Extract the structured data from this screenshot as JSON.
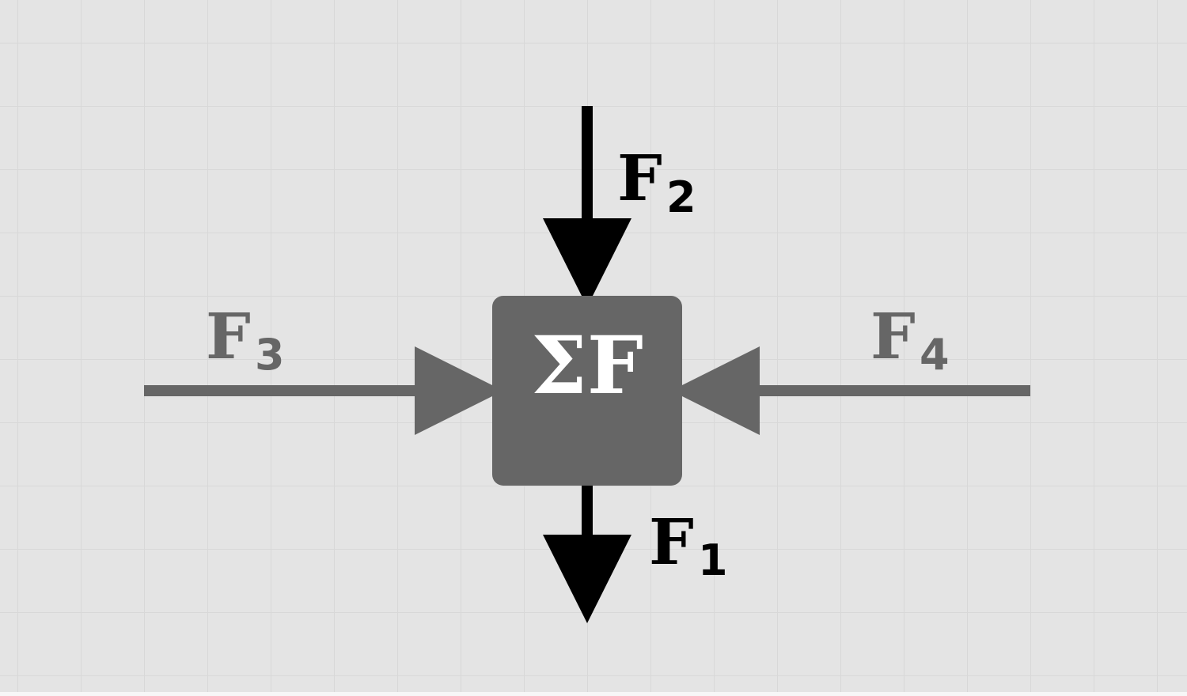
{
  "forces": {
    "f1": {
      "symbol": "F",
      "subscript": "1"
    },
    "f2": {
      "symbol": "F",
      "subscript": "2"
    },
    "f3": {
      "symbol": "F",
      "subscript": "3"
    },
    "f4": {
      "symbol": "F",
      "subscript": "4"
    }
  },
  "box": {
    "label": "ΣF"
  },
  "colors": {
    "background": "#e4e4e4",
    "grid": "#d8d8d8",
    "box": "#666666",
    "box_text": "#ffffff",
    "vertical_forces": "#000000",
    "horizontal_forces": "#666666"
  }
}
